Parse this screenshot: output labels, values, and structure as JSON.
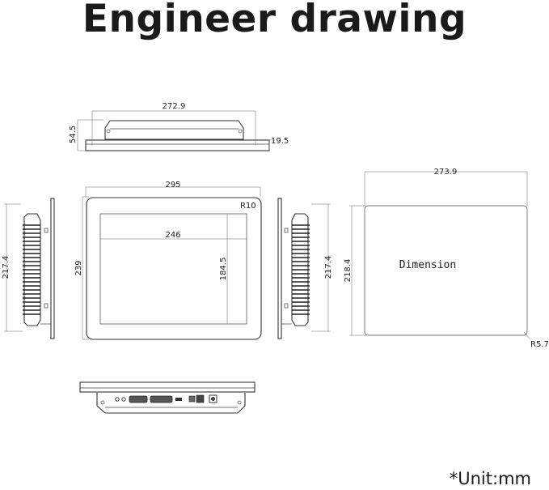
{
  "title": "Engineer drawing",
  "unit_note": "*Unit:mm",
  "top_view": {
    "width": "272.9",
    "height": "54.5",
    "depth": "19.5"
  },
  "front_view": {
    "width": "295",
    "height": "239",
    "screen_width": "246",
    "screen_height": "184.5",
    "corner_radius": "R10"
  },
  "left_side_view": {
    "height": "217.4"
  },
  "right_side_view": {
    "height": "217.4"
  },
  "cutout_view": {
    "width": "273.9",
    "height": "218.4",
    "corner_radius": "R5.7",
    "label": "Dimension"
  }
}
